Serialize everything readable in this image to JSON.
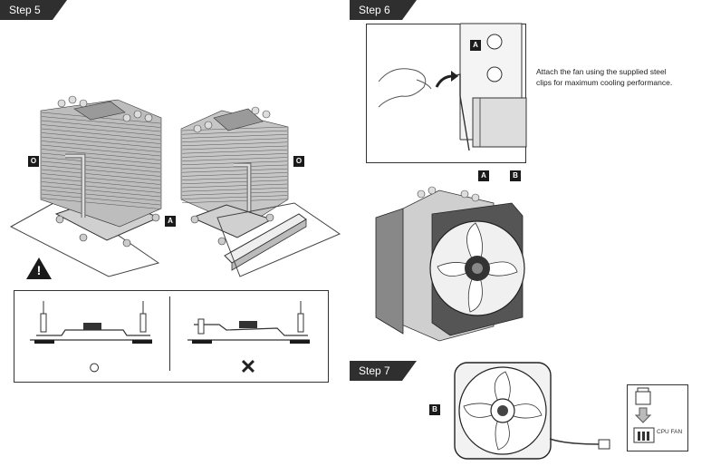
{
  "steps": {
    "step5": "Step 5",
    "step6": "Step 6",
    "step7": "Step 7"
  },
  "labels": {
    "o": "O",
    "a": "A",
    "b": "B"
  },
  "step6_note_line1": "Attach the fan using the supplied steel",
  "step6_note_line2": "clips for maximum cooling performance.",
  "step7_connector_label": "CPU FAN",
  "warning_symbol": "!",
  "correct_symbol": "○",
  "incorrect_symbol": "✕"
}
